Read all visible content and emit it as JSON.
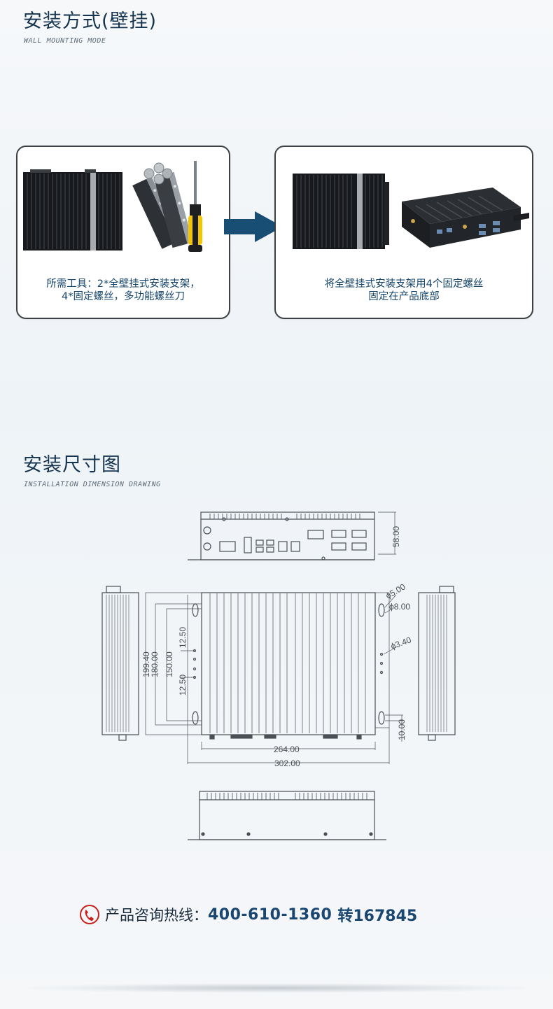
{
  "wall": {
    "title": "安装方式(壁挂)",
    "subtitle": "WALL MOUNTING MODE",
    "left_caption_line1": "所需工具：2*全壁挂式安装支架，",
    "left_caption_line2": "4*固定螺丝，多功能螺丝刀",
    "right_caption_line1": "将全壁挂式安装支架用4个固定螺丝",
    "right_caption_line2": "固定在产品底部"
  },
  "dimension": {
    "title": "安装尺寸图",
    "subtitle": "INSTALLATION DIMENSION DRAWING",
    "height": "58.00",
    "d_outer": "199.40",
    "d_mid": "180.00",
    "d_inner": "150.00",
    "d_top": "12.50",
    "d_bottom": "12.50",
    "hole_a": "ϕ5.00",
    "hole_b": "ϕ8.00",
    "hole_c": "ϕ3.40",
    "slot": "10.00",
    "width_inner": "264.00",
    "width_outer": "302.00"
  },
  "contact": {
    "label": "产品咨询热线：",
    "phone": "400-610-1360",
    "ext": "转167845"
  },
  "colors": {
    "accent": "#1a4772",
    "arrow": "#184e73",
    "card_border": "#3d4146"
  }
}
